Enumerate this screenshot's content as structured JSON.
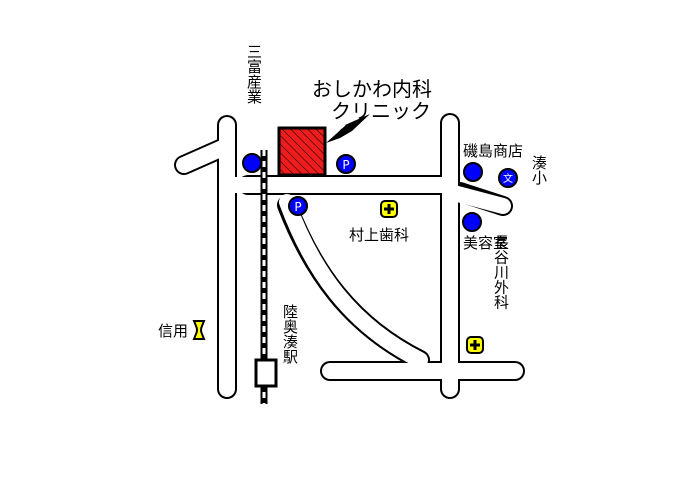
{
  "clinic": {
    "line1": "おしかわ内科",
    "line2": "クリニック"
  },
  "labels": {
    "sanpuku_sangyo": "三富産業",
    "isojima_shoten": "磯島商店",
    "minato_elementary": "湊小",
    "murakami_dental": "村上歯科",
    "biyoshitsu": "美容室",
    "hasegawa_geka": "長谷川外科",
    "shinyo": "信用",
    "station": "陸奥湊駅"
  },
  "icons": {
    "parking": "P",
    "school": "文"
  },
  "colors": {
    "clinic_fill": "#ee1c1c",
    "marker_blue": "#0000ff",
    "hospital_yellow": "#ffff00"
  }
}
